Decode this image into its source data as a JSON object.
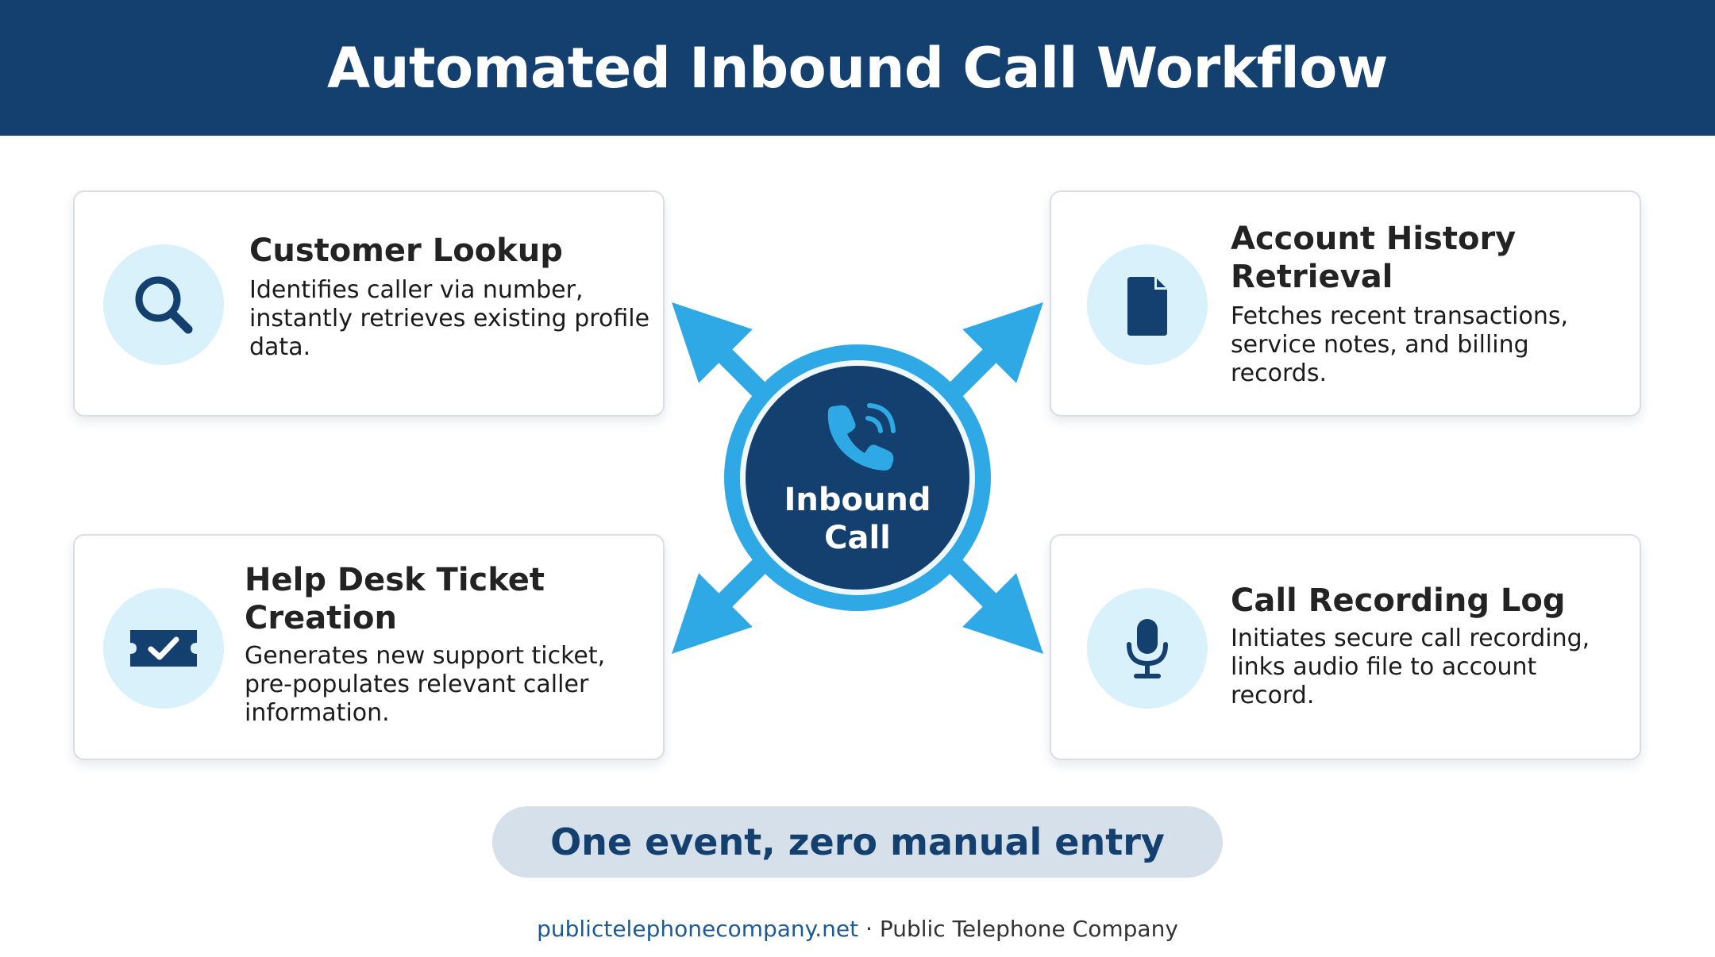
{
  "header": {
    "title": "Automated Inbound Call Workflow"
  },
  "hub": {
    "label_line1": "Inbound",
    "label_line2": "Call",
    "icon": "phone-ringing-icon"
  },
  "cards": {
    "customer_lookup": {
      "title": "Customer Lookup",
      "desc1": "Identifies caller via number,",
      "desc2": "instantly retrieves existing profile",
      "desc3": "data.",
      "icon": "magnifier-icon"
    },
    "account_history": {
      "title1": "Account History",
      "title2": "Retrieval",
      "desc1": "Fetches recent transactions,",
      "desc2": "service notes, and billing",
      "desc3": "records.",
      "icon": "document-icon"
    },
    "help_desk": {
      "title1": "Help Desk Ticket",
      "title2": "Creation",
      "desc1": "Generates new support ticket,",
      "desc2": "pre-populates relevant caller",
      "desc3": "information.",
      "icon": "ticket-check-icon"
    },
    "call_recording": {
      "title": "Call Recording Log",
      "desc1": "Initiates secure call recording,",
      "desc2": "links audio file to account",
      "desc3": "record.",
      "icon": "microphone-icon"
    }
  },
  "tagline": "One event, zero manual entry",
  "footer": {
    "link": "publictelephonecompany.net",
    "separator": " · ",
    "company": "Public Telephone Company"
  },
  "colors": {
    "navy": "#13406f",
    "accent_blue": "#2ea9e6",
    "icon_bg": "#d9f1fb",
    "tagline_bg": "#d5e0ea"
  }
}
